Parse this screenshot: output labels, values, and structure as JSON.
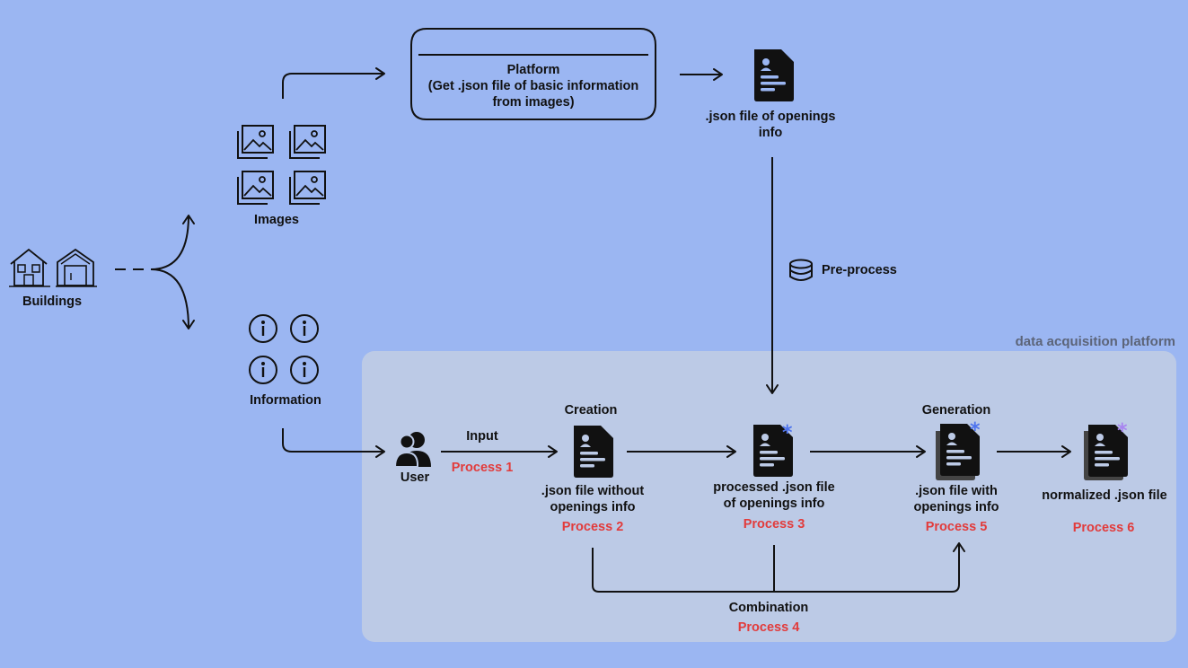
{
  "buildings_label": "Buildings",
  "images_label": "Images",
  "information_label": "Information",
  "platform": {
    "title": "Platform",
    "line2": "(Get .json file of basic information",
    "line3": "from images)"
  },
  "json_openings": {
    "line1": ".json file of openings",
    "line2": "info"
  },
  "preprocess_label": "Pre-process",
  "acquisition_platform_label": "data acquisition platform",
  "user_label": "User",
  "input_label": "Input",
  "process1": "Process 1",
  "creation_label": "Creation",
  "json_without": {
    "line1": ".json file without",
    "line2": "openings info"
  },
  "process2": "Process 2",
  "processed_json": {
    "line1": "processed .json file",
    "line2": "of openings info"
  },
  "process3": "Process 3",
  "generation_label": "Generation",
  "json_with": {
    "line1": ".json file with",
    "line2": "openings info"
  },
  "process5": "Process 5",
  "normalized_label": "normalized .json file",
  "process6": "Process 6",
  "combination_label": "Combination",
  "process4": "Process 4",
  "colors": {
    "background": "#9bb6f2",
    "panel": "#bccae6",
    "red": "#e23b3b",
    "blue_star": "#4f74ee",
    "purple_star": "#a884f0"
  }
}
